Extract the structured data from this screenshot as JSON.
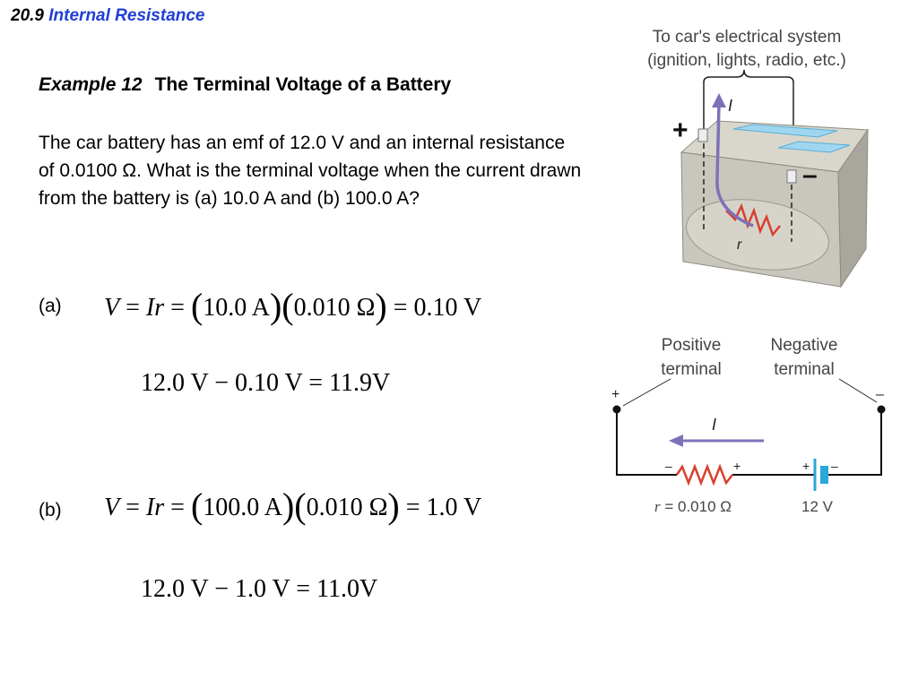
{
  "header": {
    "number": "20.9",
    "title": "Internal Resistance"
  },
  "example": {
    "label": "Example 12",
    "title": "The Terminal Voltage of a Battery"
  },
  "problem": "The car battery has an emf of 12.0 V and an internal resistance of 0.0100 Ω.  What is the terminal voltage when the current drawn from the battery is (a) 10.0 A and (b) 100.0 A?",
  "part_a": {
    "label": "(a)",
    "eq1": {
      "v": "V",
      "eq": " = ",
      "ir": "Ir",
      "eq2": " = ",
      "current": "10.0 A",
      "resistance": "0.010 Ω",
      "result": " = 0.10 V"
    },
    "eq2": "12.0 V − 0.10 V = 11.9V"
  },
  "part_b": {
    "label": "(b)",
    "eq1": {
      "v": "V",
      "eq": " = ",
      "ir": "Ir",
      "eq2": " = ",
      "current": "100.0 A",
      "resistance": "0.010 Ω",
      "result": " = 1.0 V"
    },
    "eq2": "12.0 V − 1.0 V = 11.0V"
  },
  "battery_figure": {
    "caption_line1": "To car's electrical system",
    "caption_line2": "(ignition, lights, radio, etc.)",
    "plus": "+",
    "minus": "–",
    "current_label": "I",
    "resistance_label": "r"
  },
  "circuit_figure": {
    "positive_line1": "Positive",
    "positive_line2": "terminal",
    "negative_line1": "Negative",
    "negative_line2": "terminal",
    "plus_terminal": "+",
    "minus_terminal": "–",
    "current_label": "I",
    "resistor_minus": "–",
    "resistor_plus": "+",
    "battery_plus": "+",
    "battery_minus": "–",
    "r_var": "r",
    "r_value": " = 0.010 Ω",
    "emf_label": "12 V"
  },
  "colors": {
    "title_blue": "#1f3fd6",
    "current_arrow": "#7b73b8",
    "resistor_red": "#d8402e",
    "battery_terminal_blue": "#2aa6d8",
    "battery_body": "#c9c7bd"
  }
}
